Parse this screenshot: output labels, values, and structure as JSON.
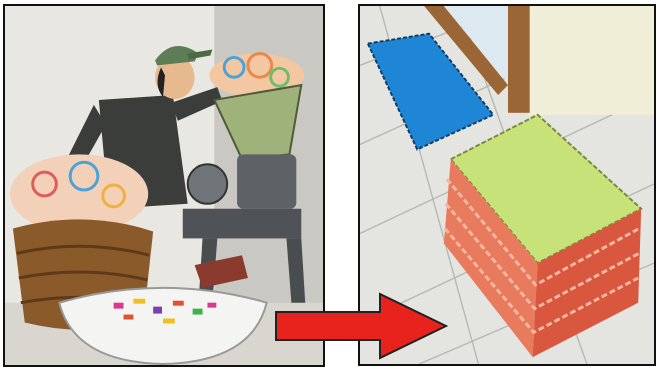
{
  "figure": {
    "left_panel": {
      "icon": "plastic-shredder-illustration-icon",
      "subjects": [
        "worker",
        "shredder-machine",
        "wicker-basket",
        "bowl-of-plastic-flakes",
        "plastic-scraps"
      ]
    },
    "right_panel": {
      "icon": "foam-mat-stool-illustration-icon",
      "subjects": [
        "blue-puzzle-mat",
        "stacked-puzzle-mat-block",
        "tiled-floor",
        "wooden-door-frame"
      ]
    },
    "arrow": {
      "icon": "right-arrow-icon",
      "direction": "right",
      "color": "#e8221c"
    },
    "colors": {
      "arrow": "#e8221c",
      "blue_mat": "#1f86d6",
      "stack_top": "#c8e27a",
      "stack_side": "#e87b5e",
      "wall": "#e7e5df",
      "machine": "#5e6266",
      "hopper": "#9fb27a",
      "basket": "#8a5a2b"
    }
  }
}
